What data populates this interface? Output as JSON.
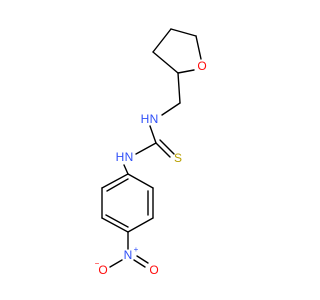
{
  "molecule": {
    "colors": {
      "bond": "#000000",
      "nitrogen": "#3050f8",
      "oxygen": "#ff0d0d",
      "sulfur": "#b8a000"
    },
    "labels": {
      "o_ring": "O",
      "nh_upper": "N",
      "h_upper": "H",
      "s": "S",
      "nh_lower": "N",
      "h_lower": "H",
      "n_nitro": "N",
      "n_nitro_charge": "+",
      "o_nitro_left": "O",
      "o_nitro_left_charge": "−",
      "o_nitro_right": "O"
    }
  }
}
